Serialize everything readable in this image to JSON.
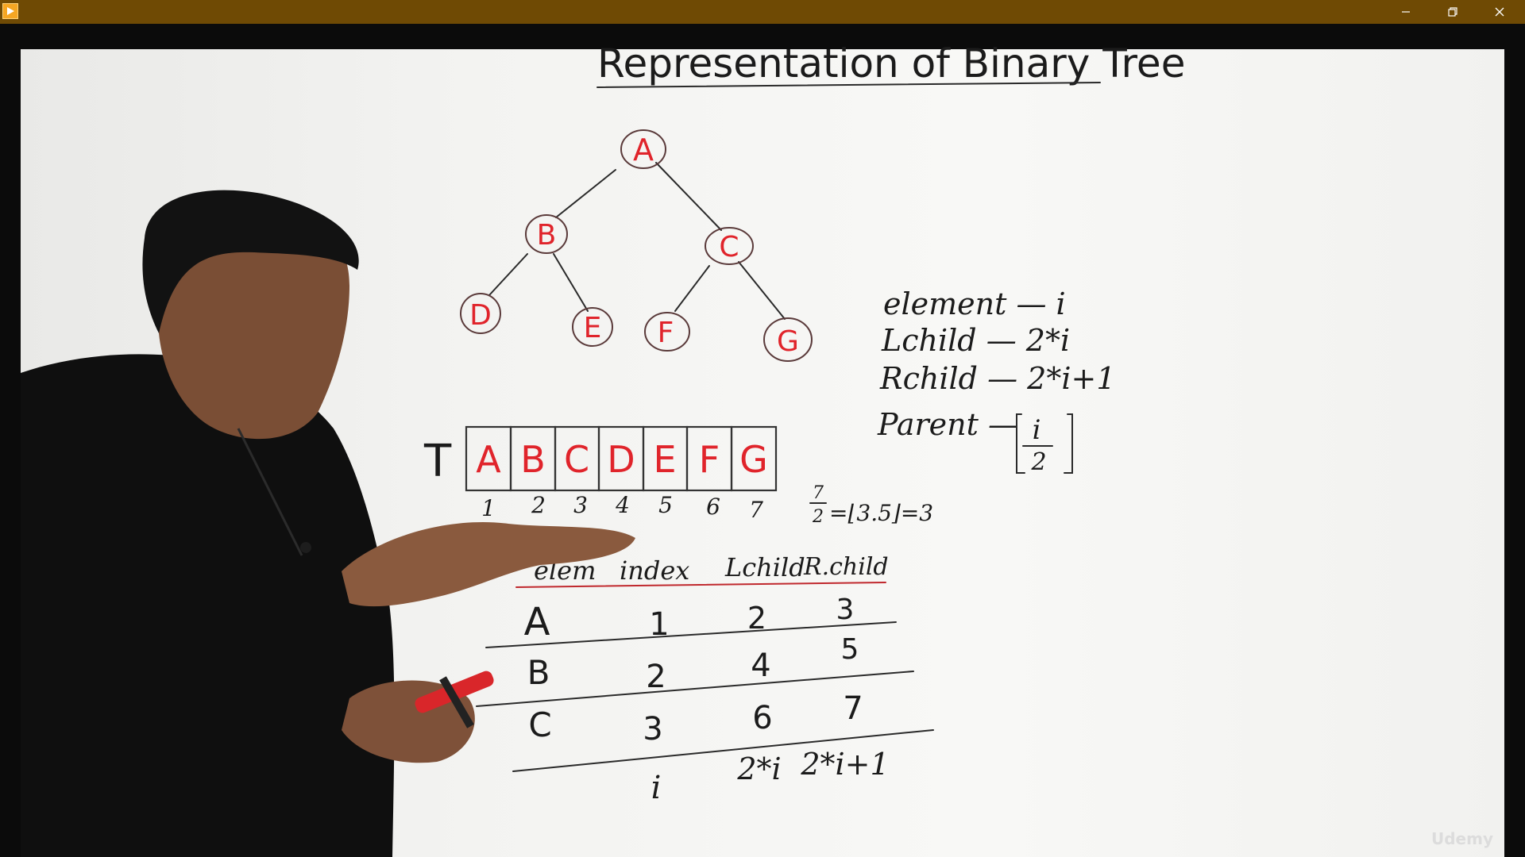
{
  "window": {
    "minimize_icon": "minimize-icon",
    "restore_icon": "restore-icon",
    "close_icon": "close-icon"
  },
  "board": {
    "title": "Representation of Binary Tree",
    "tree_nodes": [
      {
        "id": "A",
        "label": "A"
      },
      {
        "id": "B",
        "label": "B"
      },
      {
        "id": "C",
        "label": "C"
      },
      {
        "id": "D",
        "label": "D"
      },
      {
        "id": "E",
        "label": "E"
      },
      {
        "id": "F",
        "label": "F"
      },
      {
        "id": "G",
        "label": "G"
      }
    ],
    "array_label": "T",
    "array_cells": [
      "A",
      "B",
      "C",
      "D",
      "E",
      "F",
      "G"
    ],
    "array_indices": [
      "1",
      "2",
      "3",
      "4",
      "5",
      "6",
      "7"
    ],
    "formulas": {
      "element": "element — i",
      "lchild": "Lchild — 2*i",
      "rchild": "Rchild — 2*i+1",
      "parent_prefix": "Parent —",
      "parent_num": "i",
      "parent_den": "2"
    },
    "calc": {
      "num": "7",
      "den": "2",
      "rest": "=⌊3.5⌋=3"
    },
    "table": {
      "headers": [
        "elem",
        "index",
        "Lchild",
        "R.child"
      ],
      "rows": [
        [
          "A",
          "1",
          "2",
          "3"
        ],
        [
          "B",
          "2",
          "4",
          "5"
        ],
        [
          "C",
          "3",
          "6",
          "7"
        ]
      ],
      "general": [
        "",
        "i",
        "2*i",
        "2*i+1"
      ]
    },
    "watermark": "Udemy"
  }
}
